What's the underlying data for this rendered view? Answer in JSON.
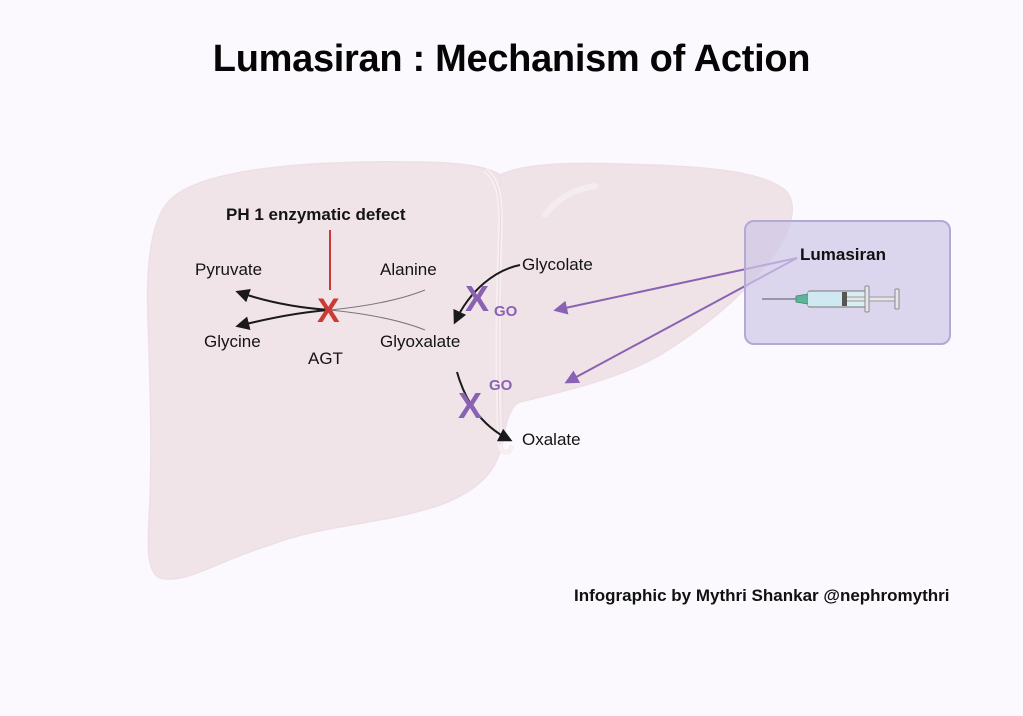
{
  "title": "Lumasiran : Mechanism of Action",
  "colors": {
    "background": "#fbf9fe",
    "liver_fill": "#f0e4e8",
    "defect_red": "#cc3a35",
    "inhibitor_purple": "#8a62b3",
    "drug_box_fill": "#d9d3ec",
    "drug_box_border": "#b3a8d6"
  },
  "pathway": {
    "defect_label": "PH 1 enzymatic defect",
    "enzyme_agt": "AGT",
    "substrates": {
      "pyruvate": "Pyruvate",
      "alanine": "Alanine",
      "glycine": "Glycine",
      "glyoxalate": "Glyoxalate",
      "glycolate": "Glycolate",
      "oxalate": "Oxalate"
    },
    "enzyme_go_1": "GO",
    "enzyme_go_2": "GO",
    "block_mark": "X"
  },
  "drug": {
    "name": "Lumasiran",
    "icon": "syringe-icon"
  },
  "credit": "Infographic by Mythri Shankar @nephromythri"
}
